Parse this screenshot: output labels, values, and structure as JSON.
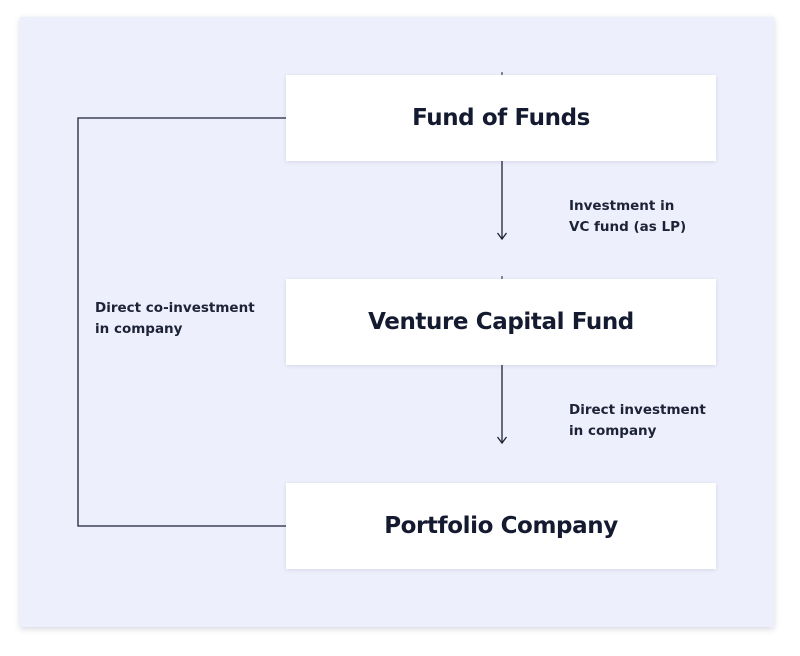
{
  "diagram": {
    "nodes": [
      {
        "id": "fund-of-funds",
        "label": "Fund of Funds"
      },
      {
        "id": "venture-capital-fund",
        "label": "Venture Capital Fund"
      },
      {
        "id": "portfolio-company",
        "label": "Portfolio Company"
      }
    ],
    "edges": [
      {
        "from": "fund-of-funds",
        "to": "venture-capital-fund",
        "label_lines": [
          "Investment in",
          "VC fund (as LP)"
        ]
      },
      {
        "from": "venture-capital-fund",
        "to": "portfolio-company",
        "label_lines": [
          "Direct investment",
          "in company"
        ]
      },
      {
        "from": "fund-of-funds",
        "to": "portfolio-company",
        "label_lines": [
          "Direct co-investment",
          "in company"
        ]
      }
    ]
  },
  "colors": {
    "background": "#eeeffc",
    "node_fill": "#ffffff",
    "text": "#141a30",
    "line": "#1d2236"
  }
}
